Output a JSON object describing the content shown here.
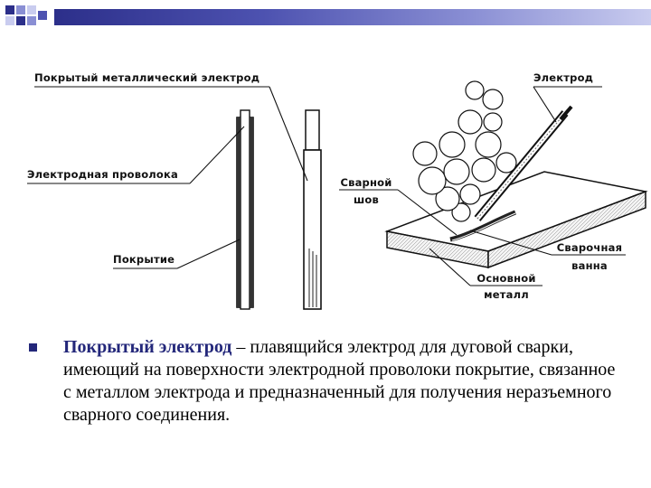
{
  "diagram": {
    "labels": {
      "coated_electrode": "Покрытый металлический электрод",
      "electrode_wire": "Электродная проволока",
      "coating": "Покрытие",
      "electrode": "Электрод",
      "weld_seam_1": "Сварной",
      "weld_seam_2": "шов",
      "weld_pool_1": "Сварочная",
      "weld_pool_2": "ванна",
      "base_metal_1": "Основной",
      "base_metal_2": "металл"
    }
  },
  "definition": {
    "term": "Покрытый электрод",
    "text": " – плавящийся электрод для дуговой сварки, имеющий на поверхности электродной проволоки покрытие, связанное с металлом электрода и предназначенный для получения неразъемного сварного соединения."
  },
  "colors": {
    "accent": "#23277a",
    "header_gradient_start": "#2c2f8a",
    "header_gradient_end": "#c9ccef"
  }
}
